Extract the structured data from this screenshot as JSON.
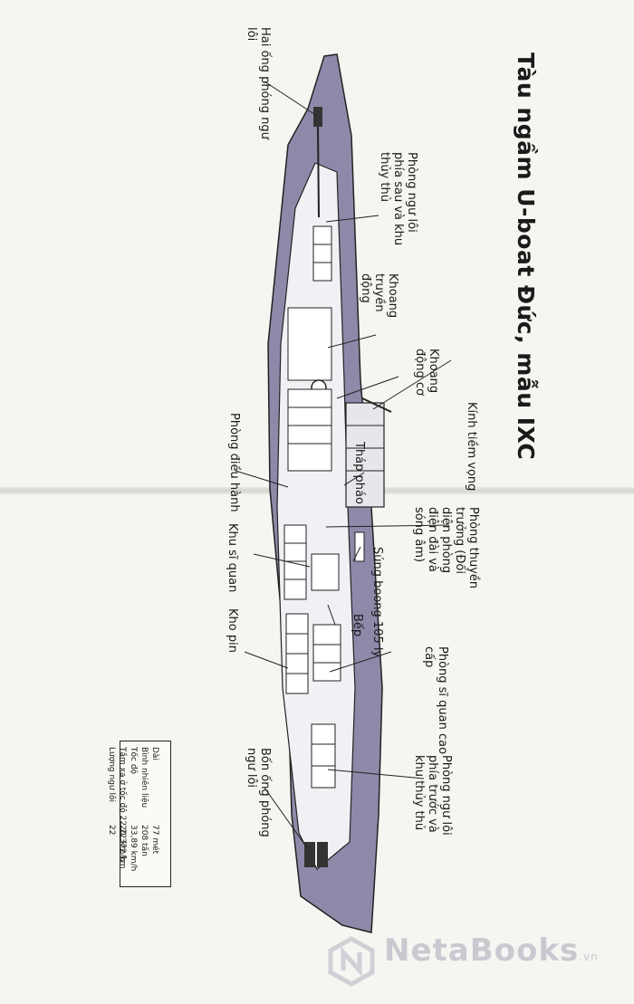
{
  "title": "Tàu ngầm U-boat Đức, mẫu IXC",
  "labels": {
    "stern_tubes": "Hai ống phóng ngư lôi",
    "aft_torpedo_room": "Phòng ngư lôi phía sau và khu thủy thủ",
    "transmission": "Khoang truyền động",
    "engine_room": "Khoang động cơ",
    "periscope": "Kính tiềm vọng",
    "control_room": "Phòng điều hành",
    "conning_tower": "Tháp pháo",
    "captain_room": "Phòng thuyền trưởng (Đối diện phòng điện đài và sóng âm)",
    "officers_area": "Khu sĩ quan",
    "deck_gun": "Súng boong 105 ly",
    "galley": "Bếp",
    "battery_room": "Kho pin",
    "senior_officers": "Phòng sĩ quan cao cấp",
    "forward_torpedo_room": "Phòng ngư lôi phía trước và khu thủy thủ",
    "bow_tubes": "Bốn ống phóng ngư lôi"
  },
  "specs": [
    {
      "name": "Dài",
      "value": "77 mét"
    },
    {
      "name": "Bình nhiên liệu",
      "value": "208 tấn"
    },
    {
      "name": "Tốc độ",
      "value": "33,89 km/h"
    },
    {
      "name": "Tầm xa ở tốc độ 22,22 km/h",
      "value": "20.372 km"
    },
    {
      "name": "Lượng ngư lôi",
      "value": "22"
    }
  ],
  "watermark": {
    "name": "NetaBooks",
    "suffix": ".vn"
  },
  "colors": {
    "hull": "#8d86a6",
    "hull_dark": "#6f6890",
    "interior": "#f3f2f5",
    "ink": "#1a1a1a"
  }
}
